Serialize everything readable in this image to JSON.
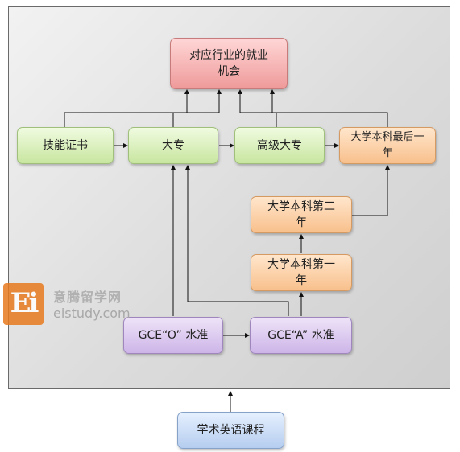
{
  "nodes": {
    "employment": "对应行业的就业\n机会",
    "skill_cert": "技能证书",
    "college": "大专",
    "higher_college": "高级大专",
    "bachelor_final": "大学本科最后一\n年",
    "bachelor_2": "大学本科第二\n年",
    "bachelor_1": "大学本科第一\n年",
    "gce_o": "GCE“O” 水准",
    "gce_a": "GCE“A” 水准",
    "academic_english": "学术英语课程"
  },
  "watermark": {
    "mark": "Ei",
    "name": "意腾留学网",
    "url": "eistudy.com"
  },
  "colors": {
    "top": "#ef9a9a",
    "vocational": "#c8e6a0",
    "bachelor": "#f8c08c",
    "gce": "#cdb5e8",
    "english": "#b5cdef"
  },
  "edges": [
    [
      "skill_cert",
      "college"
    ],
    [
      "college",
      "higher_college"
    ],
    [
      "higher_college",
      "bachelor_final"
    ],
    [
      "bachelor_2",
      "bachelor_final"
    ],
    [
      "bachelor_1",
      "bachelor_2"
    ],
    [
      "gce_a",
      "bachelor_1"
    ],
    [
      "gce_o",
      "gce_a"
    ],
    [
      "gce_o",
      "college"
    ],
    [
      "gce_a",
      "college"
    ],
    [
      "skill_cert",
      "employment"
    ],
    [
      "college",
      "employment"
    ],
    [
      "higher_college",
      "employment"
    ],
    [
      "bachelor_final",
      "employment"
    ],
    [
      "academic_english",
      "frame"
    ]
  ]
}
